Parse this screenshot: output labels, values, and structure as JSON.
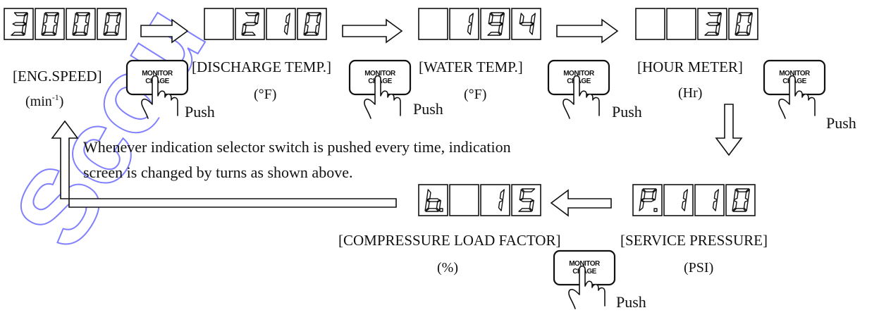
{
  "displays": [
    {
      "id": "eng-speed",
      "digits": [
        "3",
        "0",
        "0",
        "0"
      ],
      "dots": [
        false,
        false,
        false,
        false
      ],
      "label": "[ENG.SPEED]",
      "unit": "(min-1)"
    },
    {
      "id": "discharge-temp",
      "digits": [
        "",
        "2",
        "1",
        "0"
      ],
      "dots": [
        false,
        false,
        false,
        false
      ],
      "label": "[DISCHARGE TEMP.]",
      "unit": "(°F)"
    },
    {
      "id": "water-temp",
      "digits": [
        "",
        "1",
        "9",
        "4"
      ],
      "dots": [
        false,
        false,
        false,
        false
      ],
      "label": "[WATER TEMP.]",
      "unit": "(°F)"
    },
    {
      "id": "hour-meter",
      "digits": [
        "",
        "",
        "3",
        "0"
      ],
      "dots": [
        false,
        false,
        false,
        false
      ],
      "label": "[HOUR METER]",
      "unit": "(Hr)"
    },
    {
      "id": "service-pressure",
      "digits": [
        "P",
        "1",
        "1",
        "0"
      ],
      "dots": [
        true,
        false,
        false,
        false
      ],
      "label": "[SERVICE PRESSURE]",
      "unit": "(PSI)"
    },
    {
      "id": "load-factor",
      "digits": [
        "b",
        "",
        "1",
        "5"
      ],
      "dots": [
        true,
        false,
        false,
        false
      ],
      "label": "[COMPRESSURE LOAD FACTOR]",
      "unit": "(%)"
    }
  ],
  "button": {
    "line1": "MONITOR",
    "line2": "CHAGE",
    "push_label": "Push"
  },
  "note": {
    "line1": "Whenever indication selector switch is pushed every time, indication",
    "line2": "screen is changed by turns as shown above."
  },
  "watermark": {
    "text": "Scou"
  }
}
